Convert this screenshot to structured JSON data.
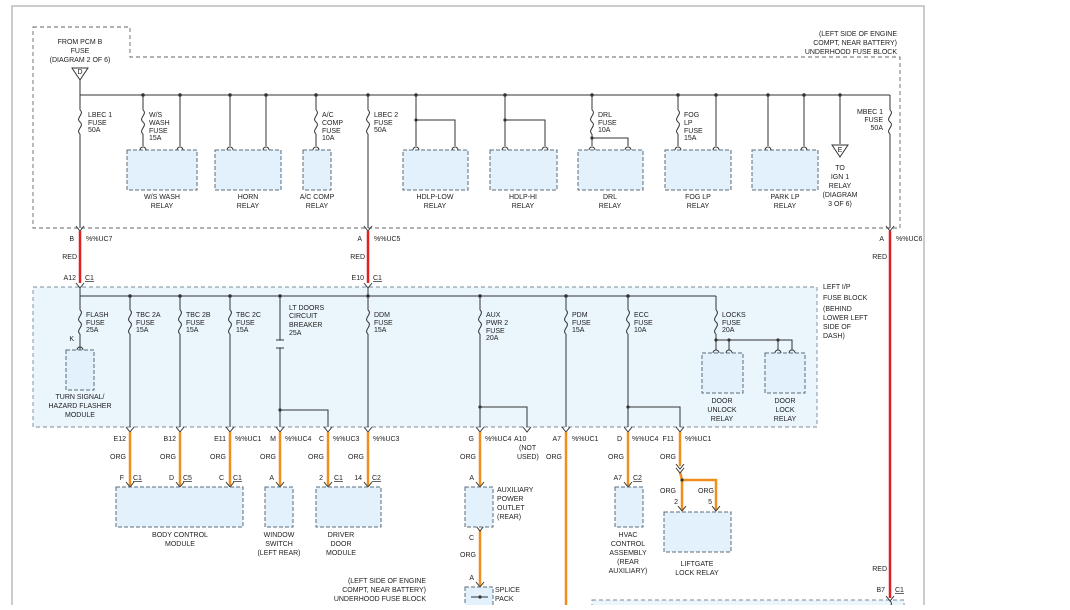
{
  "top_block": {
    "location_lines": [
      "(LEFT SIDE OF ENGINE",
      "COMPT, NEAR BATTERY)",
      "UNDERHOOD FUSE BLOCK"
    ],
    "from_pcm_lines": [
      "FROM PCM B",
      "FUSE",
      "(DIAGRAM 2 OF 6)"
    ],
    "from_pcm_marker": "D",
    "fuses": [
      {
        "lines": [
          "LBEC 1",
          "FUSE",
          "50A"
        ]
      },
      {
        "lines": [
          "W/S",
          "WASH",
          "FUSE",
          "15A"
        ]
      },
      {
        "lines": [
          "A/C",
          "COMP",
          "FUSE",
          "10A"
        ]
      },
      {
        "lines": [
          "LBEC 2",
          "FUSE",
          "50A"
        ]
      },
      {
        "lines": [
          "DRL",
          "FUSE",
          "10A"
        ]
      },
      {
        "lines": [
          "FOG",
          "LP",
          "FUSE",
          "15A"
        ]
      },
      {
        "lines": [
          "MBEC 1",
          "FUSE",
          "50A"
        ]
      }
    ],
    "relays": [
      {
        "lines": [
          "W/S WASH",
          "RELAY"
        ]
      },
      {
        "lines": [
          "HORN",
          "RELAY"
        ]
      },
      {
        "lines": [
          "A/C COMP",
          "RELAY"
        ]
      },
      {
        "lines": [
          "HDLP-LOW",
          "RELAY"
        ]
      },
      {
        "lines": [
          "HDLP-HI",
          "RELAY"
        ]
      },
      {
        "lines": [
          "DRL",
          "RELAY"
        ]
      },
      {
        "lines": [
          "FOG LP",
          "RELAY"
        ]
      },
      {
        "lines": [
          "PARK LP",
          "RELAY"
        ]
      }
    ],
    "ign_marker": "E",
    "ign_lines": [
      "TO",
      "IGN 1",
      "RELAY",
      "(DIAGRAM",
      "3 OF 6)"
    ]
  },
  "connections": [
    {
      "pin": "B",
      "conn": "%%UC7"
    },
    {
      "pin": "A",
      "conn": "%%UC5"
    },
    {
      "pin": "A",
      "conn": "%%UC6"
    }
  ],
  "wire_color_red": "RED",
  "wire_color_org": "ORG",
  "ip_block": {
    "location_lines": [
      "LEFT I/P",
      "FUSE BLOCK",
      "(BEHIND",
      "LOWER LEFT",
      "SIDE OF",
      "DASH)"
    ],
    "inputs": [
      {
        "pin": "A12",
        "conn": "C1"
      },
      {
        "pin": "E10",
        "conn": "C1"
      }
    ],
    "fuses": [
      {
        "lines": [
          "FLASH",
          "FUSE",
          "25A"
        ]
      },
      {
        "lines": [
          "TBC 2A",
          "FUSE",
          "15A"
        ]
      },
      {
        "lines": [
          "TBC 2B",
          "FUSE",
          "15A"
        ]
      },
      {
        "lines": [
          "TBC 2C",
          "FUSE",
          "15A"
        ]
      },
      {
        "lines": [
          "LT DOORS",
          "CIRCUIT",
          "BREAKER",
          "25A"
        ]
      },
      {
        "lines": [
          "DDM",
          "FUSE",
          "15A"
        ]
      },
      {
        "lines": [
          "AUX",
          "PWR 2",
          "FUSE",
          "20A"
        ]
      },
      {
        "lines": [
          "PDM",
          "FUSE",
          "15A"
        ]
      },
      {
        "lines": [
          "ECC",
          "FUSE",
          "10A"
        ]
      },
      {
        "lines": [
          "LOCKS",
          "FUSE",
          "20A"
        ]
      }
    ],
    "flasher_pin": "K",
    "flasher_lines": [
      "TURN SIGNAL/",
      "HAZARD FLASHER",
      "MODULE"
    ],
    "door_unlock_lines": [
      "DOOR",
      "UNLOCK",
      "RELAY"
    ],
    "door_lock_lines": [
      "DOOR",
      "LOCK",
      "RELAY"
    ]
  },
  "outputs": [
    {
      "pin": "E12",
      "conn": ""
    },
    {
      "pin": "B12",
      "conn": ""
    },
    {
      "pin": "E11",
      "conn": "%%UC1"
    },
    {
      "pin": "M",
      "conn": "%%UC4"
    },
    {
      "pin": "C",
      "conn": "%%UC3"
    },
    {
      "pin": "",
      "conn": "%%UC3"
    },
    {
      "pin": "G",
      "conn": "%%UC4"
    },
    {
      "pin": "A10",
      "conn": ""
    },
    {
      "pin": "A7",
      "conn": "%%UC1"
    },
    {
      "pin": "D",
      "conn": "%%UC4"
    },
    {
      "pin": "F11",
      "conn": "%%UC1"
    }
  ],
  "not_used_lines": [
    "(NOT",
    "USED)"
  ],
  "modules": {
    "bcm": {
      "lines": [
        "BODY CONTROL",
        "MODULE"
      ],
      "pins": [
        {
          "pin": "F",
          "conn": "C1"
        },
        {
          "pin": "D",
          "conn": "C5"
        },
        {
          "pin": "C",
          "conn": "C1"
        }
      ]
    },
    "window": {
      "lines": [
        "WINDOW",
        "SWITCH",
        "(LEFT REAR)"
      ],
      "pin": "A"
    },
    "ddm": {
      "lines": [
        "DRIVER",
        "DOOR",
        "MODULE"
      ],
      "pins": [
        {
          "pin": "2",
          "conn": "C1"
        },
        {
          "pin": "14",
          "conn": "C2"
        }
      ]
    },
    "aux": {
      "lines": [
        "AUXILIARY",
        "POWER",
        "OUTLET",
        "(REAR)"
      ],
      "pin_top": "A",
      "pin_bottom": "C"
    },
    "hvac": {
      "lines": [
        "HVAC",
        "CONTROL",
        "ASSEMBLY",
        "(REAR",
        "AUXILIARY)"
      ],
      "pin": "A7",
      "conn": "C2"
    },
    "liftgate": {
      "lines": [
        "LIFTGATE",
        "LOCK RELAY"
      ],
      "pins": [
        "2",
        "5"
      ]
    }
  },
  "splice": {
    "lines": [
      "SPLICE",
      "PACK"
    ],
    "pin": "A"
  },
  "bottom_location_lines": [
    "(LEFT SIDE OF ENGINE",
    "COMPT, NEAR BATTERY)",
    "UNDERHOOD FUSE BLOCK"
  ],
  "bottom_right": {
    "pin": "B7",
    "conn": "C1"
  }
}
